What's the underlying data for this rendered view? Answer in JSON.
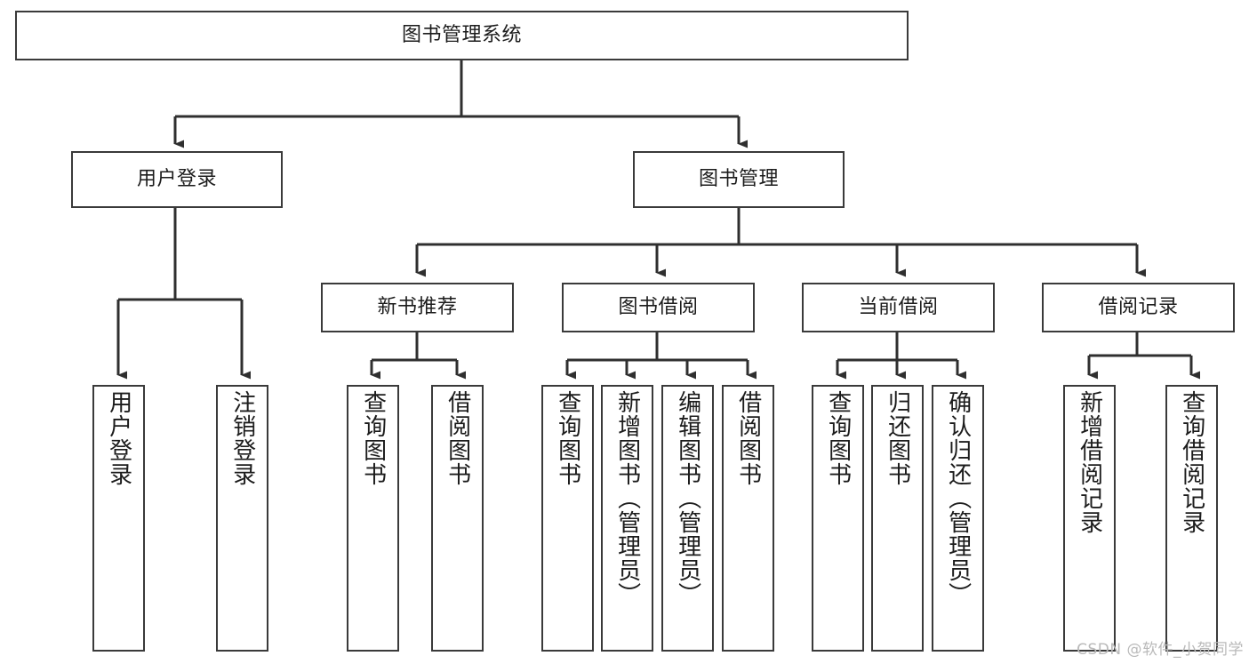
{
  "diagram": {
    "title_node": {
      "id": "root",
      "label": "图书管理系统"
    },
    "watermark": "CSDN @软件_小贺同学",
    "colors": {
      "stroke": "#3a3a3a",
      "fill": "#ffffff",
      "text": "#1c1c1c",
      "watermark": "#b9b9b9"
    },
    "level2": [
      {
        "id": "user-login",
        "label": "用户登录"
      },
      {
        "id": "book-manage",
        "label": "图书管理"
      }
    ],
    "level3": [
      {
        "id": "new-book-rec",
        "label": "新书推荐"
      },
      {
        "id": "book-borrow",
        "label": "图书借阅"
      },
      {
        "id": "current-borrow",
        "label": "当前借阅"
      },
      {
        "id": "borrow-record",
        "label": "借阅记录"
      }
    ],
    "leaves": [
      {
        "id": "leaf-user-login",
        "label": "用户登录",
        "parent": "user-login"
      },
      {
        "id": "leaf-logout",
        "label": "注销登录",
        "parent": "user-login"
      },
      {
        "id": "leaf-query-book-1",
        "label": "查询图书",
        "parent": "new-book-rec"
      },
      {
        "id": "leaf-borrow-book-1",
        "label": "借阅图书",
        "parent": "new-book-rec"
      },
      {
        "id": "leaf-query-book-2",
        "label": "查询图书",
        "parent": "book-borrow"
      },
      {
        "id": "leaf-add-book",
        "label": "新增图书（管理员）",
        "parent": "book-borrow"
      },
      {
        "id": "leaf-edit-book",
        "label": "编辑图书（管理员）",
        "parent": "book-borrow"
      },
      {
        "id": "leaf-borrow-book-2",
        "label": "借阅图书",
        "parent": "book-borrow"
      },
      {
        "id": "leaf-query-book-3",
        "label": "查询图书",
        "parent": "current-borrow"
      },
      {
        "id": "leaf-return-book",
        "label": "归还图书",
        "parent": "current-borrow"
      },
      {
        "id": "leaf-confirm-return",
        "label": "确认归还（管理员）",
        "parent": "current-borrow"
      },
      {
        "id": "leaf-add-record",
        "label": "新增借阅记录",
        "parent": "borrow-record"
      },
      {
        "id": "leaf-query-record",
        "label": "查询借阅记录",
        "parent": "borrow-record"
      }
    ]
  }
}
